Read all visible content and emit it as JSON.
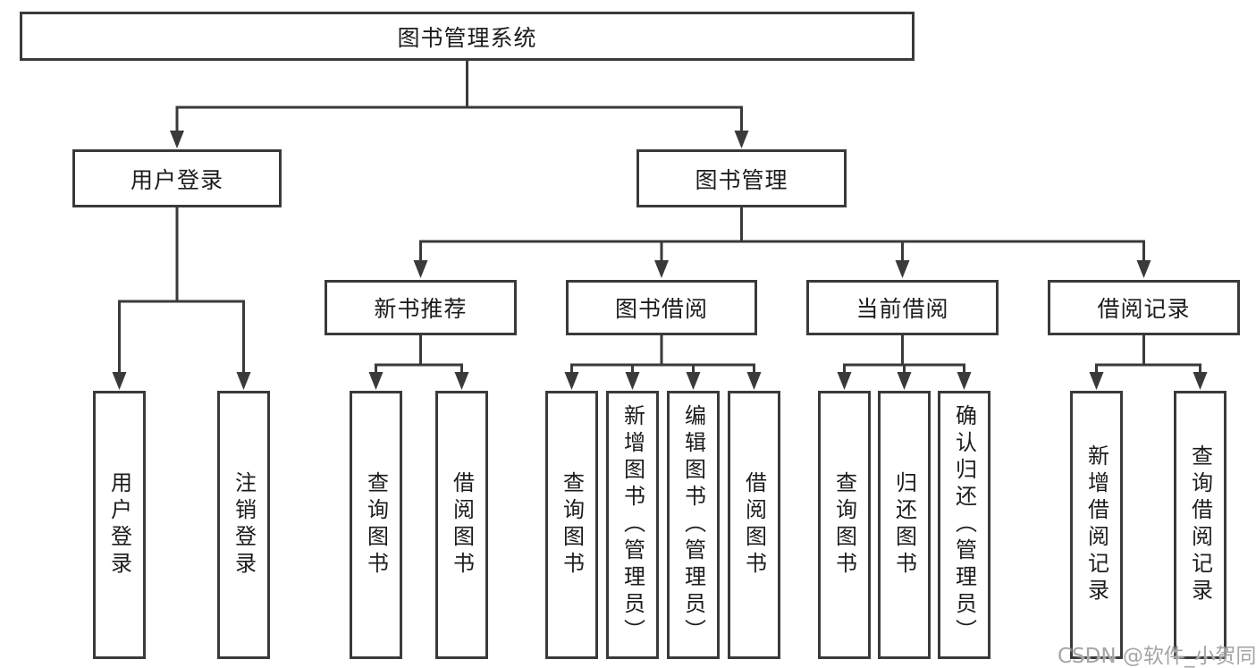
{
  "diagram": {
    "nodes": {
      "root": "图书管理系统",
      "user_login": "用户登录",
      "book_management": "图书管理",
      "new_book_recommend": "新书推荐",
      "book_borrow": "图书借阅",
      "current_borrow": "当前借阅",
      "borrow_records": "借阅记录",
      "ul_user_login": "用户登录",
      "ul_logout": "注销登录",
      "nb_query_books": "查询图书",
      "nb_borrow_books": "借阅图书",
      "bb_query_books": "查询图书",
      "bb_add_books": "新增图书（管理员）",
      "bb_edit_books": "编辑图书（管理员）",
      "bb_borrow_books": "借阅图书",
      "cb_query_books": "查询图书",
      "cb_return_books": "归还图书",
      "cb_confirm_return": "确认归还（管理员）",
      "br_add_record": "新增借阅记录",
      "br_query_record": "查询借阅记录"
    }
  },
  "watermark": {
    "text": "CSDN @软件_小贺同学"
  },
  "colors": {
    "line": "#3a3a3a",
    "text": "#1c1c1c",
    "watermark": "#a5a5a5",
    "background": "#ffffff"
  }
}
